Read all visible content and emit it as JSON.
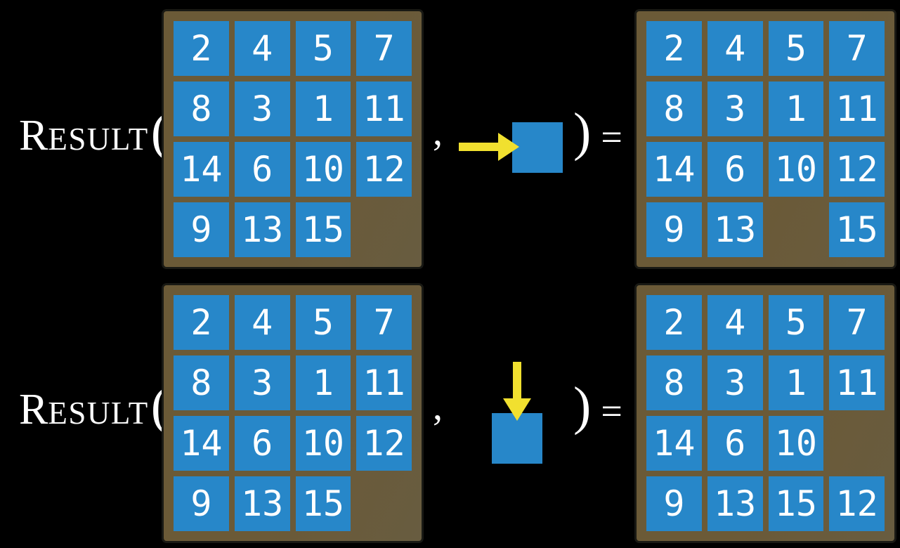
{
  "colors": {
    "page_bg": "#000000",
    "board_brown": "#6B5A37",
    "board_brown_light": "#685C40",
    "board_border": "#191914",
    "tile_blue": "#2787C9",
    "arrow_yellow": "#F1E02F",
    "text_white": "#FFFFFF"
  },
  "rows": [
    {
      "func_initial": "R",
      "func_rest": "ESULT",
      "open_paren": "(",
      "comma": ",",
      "move": {
        "icon": "right-arrow-into-blank-tile",
        "direction": "right"
      },
      "close_paren": ")",
      "equals": "=",
      "input_board": [
        [
          "2",
          "4",
          "5",
          "7"
        ],
        [
          "8",
          "3",
          "1",
          "11"
        ],
        [
          "14",
          "6",
          "10",
          "12"
        ],
        [
          "9",
          "13",
          "15",
          ""
        ]
      ],
      "output_board": [
        [
          "2",
          "4",
          "5",
          "7"
        ],
        [
          "8",
          "3",
          "1",
          "11"
        ],
        [
          "14",
          "6",
          "10",
          "12"
        ],
        [
          "9",
          "13",
          "",
          "15"
        ]
      ]
    },
    {
      "func_initial": "R",
      "func_rest": "ESULT",
      "open_paren": "(",
      "comma": ",",
      "move": {
        "icon": "down-arrow-into-blank-tile",
        "direction": "down"
      },
      "close_paren": ")",
      "equals": "=",
      "input_board": [
        [
          "2",
          "4",
          "5",
          "7"
        ],
        [
          "8",
          "3",
          "1",
          "11"
        ],
        [
          "14",
          "6",
          "10",
          "12"
        ],
        [
          "9",
          "13",
          "15",
          ""
        ]
      ],
      "output_board": [
        [
          "2",
          "4",
          "5",
          "7"
        ],
        [
          "8",
          "3",
          "1",
          "11"
        ],
        [
          "14",
          "6",
          "10",
          ""
        ],
        [
          "9",
          "13",
          "15",
          "12"
        ]
      ]
    }
  ]
}
